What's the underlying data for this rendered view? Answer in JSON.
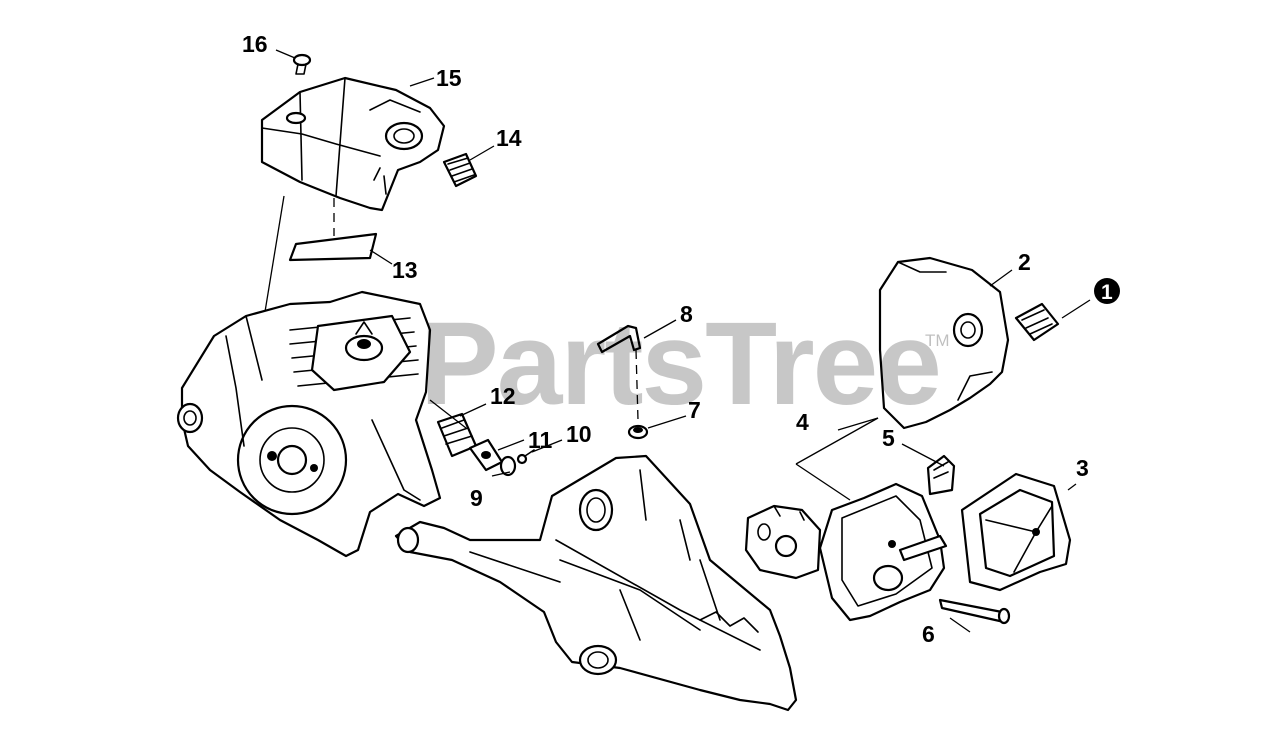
{
  "watermark": {
    "text": "PartsTree",
    "trademark": "TM"
  },
  "callouts": [
    {
      "label": "1",
      "circled": true
    },
    {
      "label": "2"
    },
    {
      "label": "3"
    },
    {
      "label": "4"
    },
    {
      "label": "5"
    },
    {
      "label": "6"
    },
    {
      "label": "7"
    },
    {
      "label": "8"
    },
    {
      "label": "9"
    },
    {
      "label": "10"
    },
    {
      "label": "11"
    },
    {
      "label": "12"
    },
    {
      "label": "13"
    },
    {
      "label": "14"
    },
    {
      "label": "15"
    },
    {
      "label": "16"
    }
  ],
  "colors": {
    "line": "#000000",
    "background": "#ffffff",
    "watermark": "#b8b8b8"
  }
}
